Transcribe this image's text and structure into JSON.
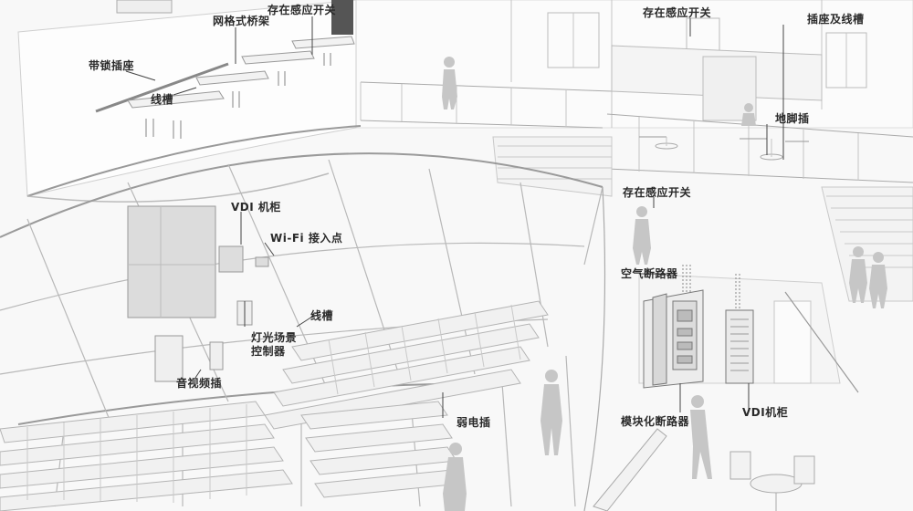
{
  "callouts": {
    "grid_tray": "网格式桥架",
    "presence_switch_top": "存在感应开关",
    "lock_socket": "带锁插座",
    "cable_duct_top": "线槽",
    "presence_switch_right": "存在感应开关",
    "socket_duct": "插座及线槽",
    "floor_socket": "地脚插",
    "presence_switch_mid": "存在感应开关",
    "vdi_cabinet_left": "VDI 机柜",
    "wifi_ap": "Wi-Fi 接入点",
    "air_breaker": "空气断路器",
    "cable_duct_mid": "线槽",
    "lighting_ctrl_1": "灯光场景",
    "lighting_ctrl_2": "控制器",
    "av_socket": "音视频插",
    "low_voltage_socket": "弱电插",
    "modular_breaker": "模块化断路器",
    "vdi_cabinet_right": "VDI机柜"
  }
}
